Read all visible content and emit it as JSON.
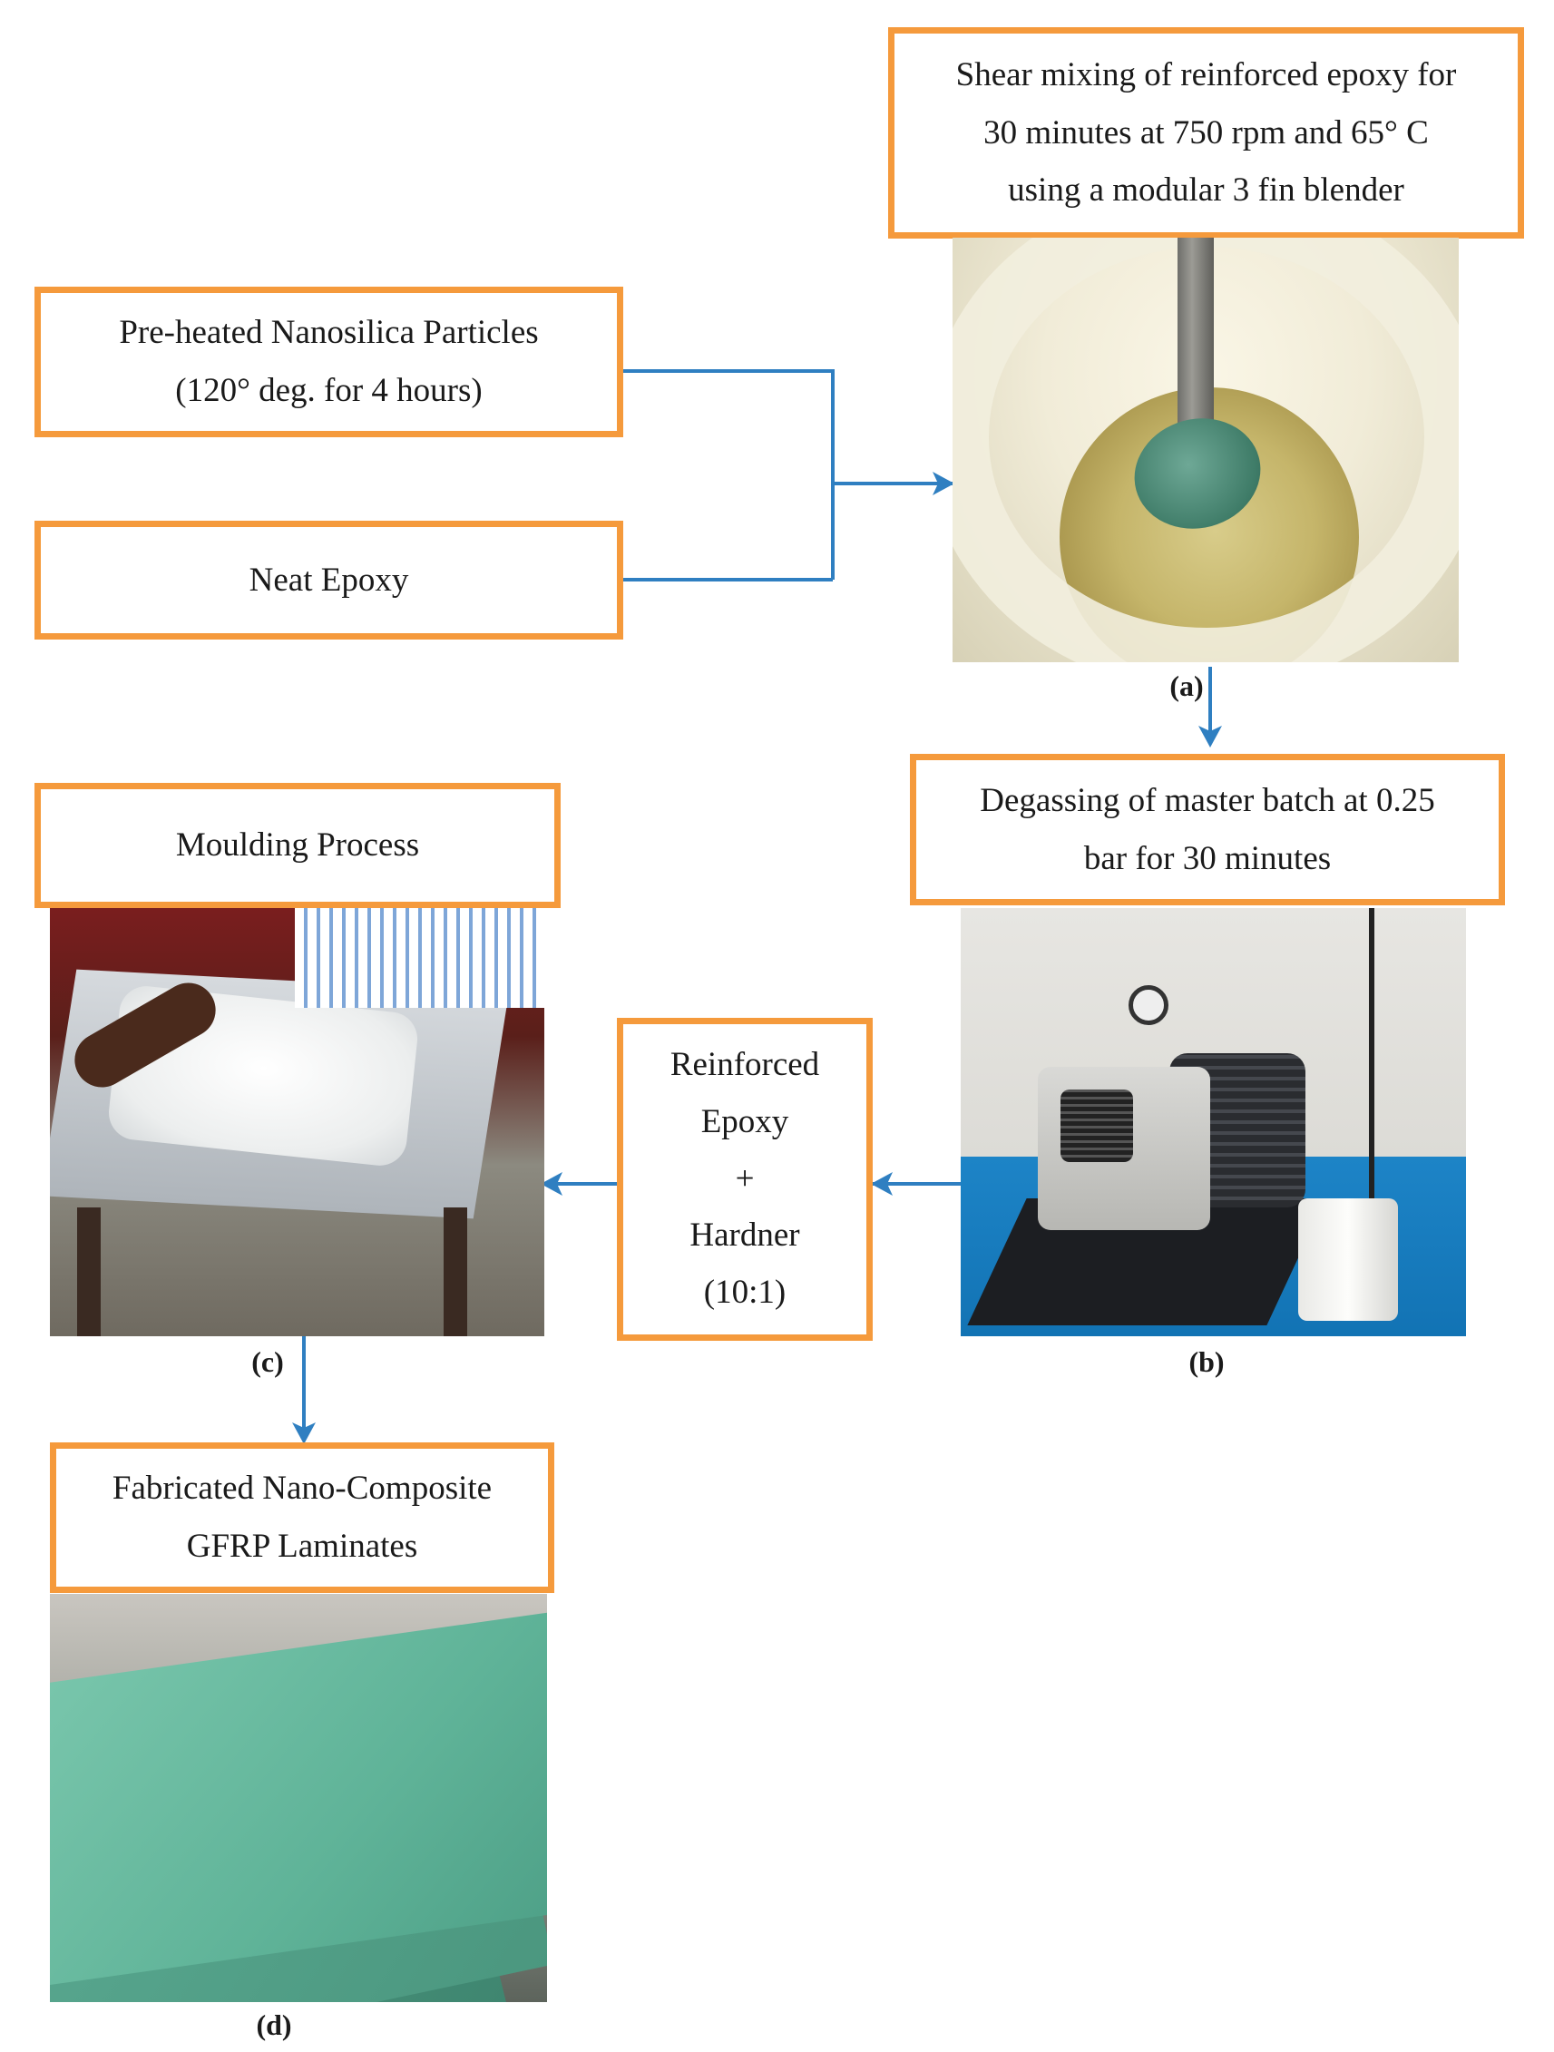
{
  "boxes": {
    "shear_mixing": [
      "Shear mixing of reinforced epoxy for",
      "30 minutes at 750 rpm and 65° C",
      "using a modular 3 fin blender"
    ],
    "nanosilica": [
      "Pre-heated Nanosilica Particles",
      "(120° deg. for 4 hours)"
    ],
    "neat_epoxy": [
      "Neat Epoxy"
    ],
    "degassing": [
      "Degassing of master batch at 0.25",
      "bar for 30 minutes"
    ],
    "moulding": [
      "Moulding Process"
    ],
    "reinforced_epoxy": [
      "Reinforced",
      "Epoxy",
      "+",
      "Hardner",
      "(10:1)"
    ],
    "fabricated": [
      "Fabricated Nano-Composite",
      "GFRP Laminates"
    ]
  },
  "captions": {
    "a": "(a)",
    "b": "(b)",
    "c": "(c)",
    "d": "(d)"
  },
  "colors": {
    "box_border": "#f59a3c",
    "arrow": "#2f7fc1"
  }
}
